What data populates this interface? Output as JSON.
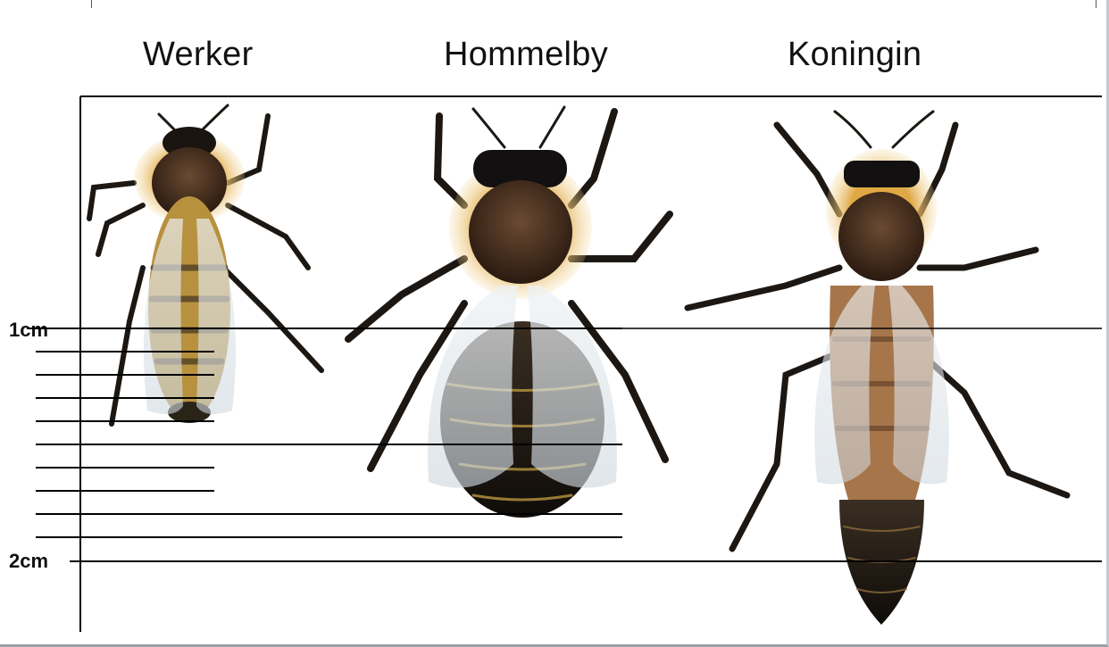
{
  "labels": {
    "worker": "Werker",
    "drone": "Hommelby",
    "queen": "Koningin"
  },
  "scale": {
    "mark_1": "1cm",
    "mark_2": "2cm"
  },
  "colors": {
    "body_dark": "#1e1a14",
    "hair_gold": "#d9a23a",
    "thorax_brown": "#4a3222",
    "abdomen_stripe": "#c89a4a",
    "wing": "#dfe6ec"
  }
}
